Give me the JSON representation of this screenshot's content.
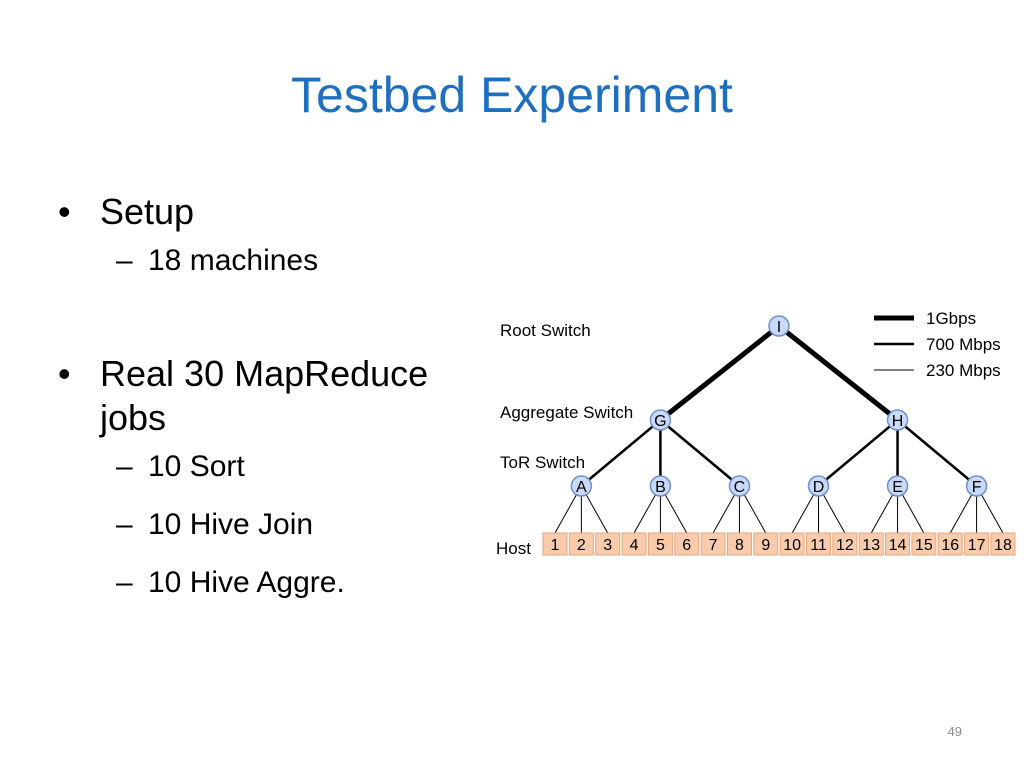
{
  "slide": {
    "title": "Testbed Experiment",
    "page_number": "49"
  },
  "bullets": [
    {
      "marker": "•",
      "text": "Setup",
      "subs": [
        {
          "marker": "–",
          "text": "18 machines"
        }
      ]
    },
    {
      "marker": "•",
      "text": "Real 30 MapReduce jobs",
      "subs": [
        {
          "marker": "–",
          "text": "10 Sort"
        },
        {
          "marker": "–",
          "text": "10 Hive Join"
        },
        {
          "marker": "–",
          "text": "10 Hive Aggre."
        }
      ]
    }
  ],
  "diagram": {
    "layer_labels": {
      "root": "Root Switch",
      "aggregate": "Aggregate Switch",
      "tor": "ToR Switch",
      "host": "Host"
    },
    "legend": [
      {
        "label": "1Gbps",
        "weight": "thick"
      },
      {
        "label": "700 Mbps",
        "weight": "medium"
      },
      {
        "label": "230 Mbps",
        "weight": "thin"
      }
    ],
    "root_node": "I",
    "aggregate_nodes": [
      "G",
      "H"
    ],
    "tor_nodes": [
      "A",
      "B",
      "C",
      "D",
      "E",
      "F"
    ],
    "hosts": [
      "1",
      "2",
      "3",
      "4",
      "5",
      "6",
      "7",
      "8",
      "9",
      "10",
      "11",
      "12",
      "13",
      "14",
      "15",
      "16",
      "17",
      "18"
    ],
    "colors": {
      "switch_fill": "#c9daf8",
      "switch_stroke": "#6f8fc9",
      "host_fill": "#f8cbad",
      "host_stroke": "#e6a57a",
      "link": "#000000"
    }
  }
}
